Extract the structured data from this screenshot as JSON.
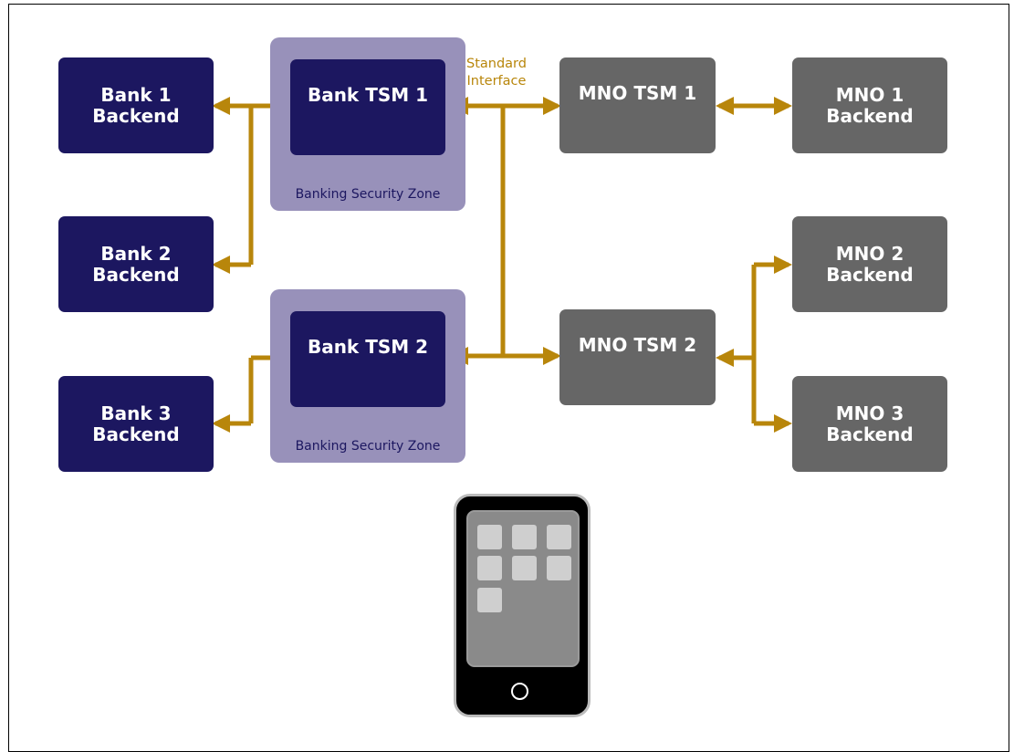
{
  "banks": [
    {
      "label": "Bank 1\nBackend"
    },
    {
      "label": "Bank 2\nBackend"
    },
    {
      "label": "Bank 3\nBackend"
    }
  ],
  "bank_tsms": [
    {
      "label": "Bank TSM 1",
      "zone": "Banking Security Zone"
    },
    {
      "label": "Bank TSM 2",
      "zone": "Banking Security Zone"
    }
  ],
  "mno_tsms": [
    {
      "label": "MNO TSM 1"
    },
    {
      "label": "MNO TSM 2"
    }
  ],
  "mnos": [
    {
      "label": "MNO 1\nBackend"
    },
    {
      "label": "MNO 2\nBackend"
    },
    {
      "label": "MNO 3\nBackend"
    }
  ],
  "standard_interface": "Standard\nInterface",
  "colors": {
    "bank": "#1c1760",
    "zone": "#9891ba",
    "mno": "#666666",
    "connector": "#b8860b"
  },
  "icons": {
    "device": "smartphone-icon"
  }
}
